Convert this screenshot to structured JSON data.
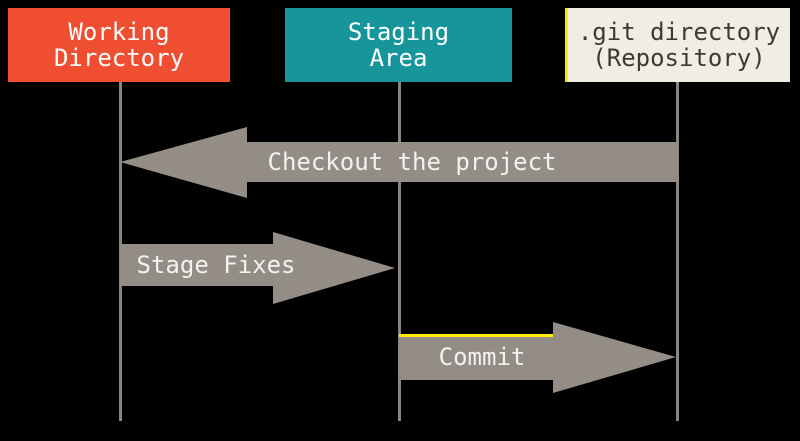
{
  "colors": {
    "background": "#000000",
    "working_box": "#F04E31",
    "staging_box": "#16969B",
    "git_box": "#F0EDE2",
    "box_text_light": "#FFFFFF",
    "box_text_dark": "#3E3A33",
    "arrow": "#948D85",
    "arrow_text": "#F2F2F2",
    "lifeline": "#8A857F",
    "highlight_yellow": "#FFEB00"
  },
  "columns": [
    {
      "id": "working-directory",
      "label_line1": "Working",
      "label_line2": "Directory"
    },
    {
      "id": "staging-area",
      "label_line1": "Staging",
      "label_line2": "Area"
    },
    {
      "id": "git-directory",
      "label_line1": ".git directory",
      "label_line2": "(Repository)"
    }
  ],
  "arrows": [
    {
      "id": "checkout",
      "label": "Checkout the project",
      "direction": "left",
      "from": "git-directory",
      "to": "working-directory"
    },
    {
      "id": "stage-fixes",
      "label": "Stage Fixes",
      "direction": "right",
      "from": "working-directory",
      "to": "staging-area"
    },
    {
      "id": "commit",
      "label": "Commit",
      "direction": "right",
      "from": "staging-area",
      "to": "git-directory"
    }
  ]
}
